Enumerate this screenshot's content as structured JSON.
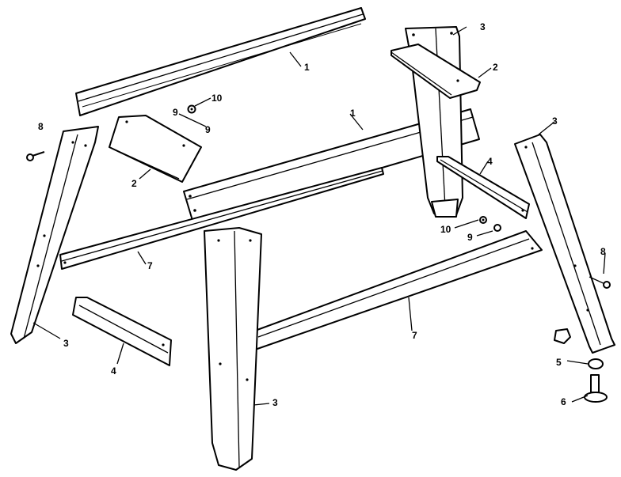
{
  "callouts": {
    "c1a": "1",
    "c1b": "1",
    "c2a": "2",
    "c2b": "2",
    "c3a": "3",
    "c3b": "3",
    "c3c": "3",
    "c3d": "3",
    "c4a": "4",
    "c4b": "4",
    "c5": "5",
    "c6": "6",
    "c7a": "7",
    "c7b": "7",
    "c8a": "8",
    "c8b": "8",
    "c9a": "9",
    "c9b": "9",
    "c9c": "9",
    "c10a": "10",
    "c10b": "10"
  }
}
